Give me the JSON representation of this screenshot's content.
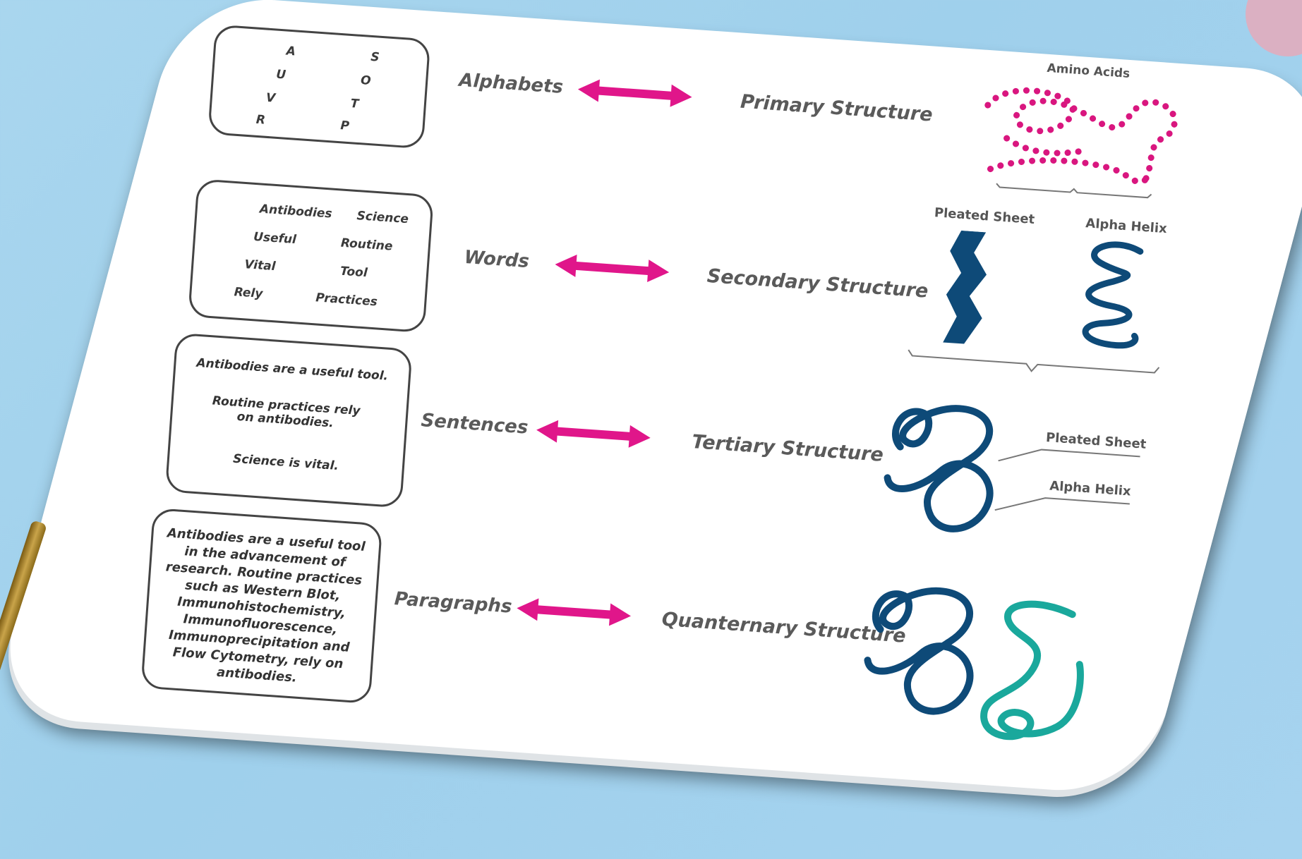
{
  "colors": {
    "background": "#a9d6ee",
    "arrow": "#e0168a",
    "navy": "#0e4a78",
    "teal": "#1aa89c",
    "amino": "#d9167f",
    "text": "#5a5a5a"
  },
  "rows": [
    {
      "left_label": "Alphabets",
      "right_label": "Primary Structure",
      "box_items": [
        "A",
        "S",
        "U",
        "O",
        "V",
        "T",
        "R",
        "P"
      ]
    },
    {
      "left_label": "Words",
      "right_label": "Secondary Structure",
      "box_items": [
        "Antibodies",
        "Science",
        "Useful",
        "Routine",
        "Vital",
        "Tool",
        "Rely",
        "Practices"
      ]
    },
    {
      "left_label": "Sentences",
      "right_label": "Tertiary Structure",
      "box_items": [
        "Antibodies are a useful tool.",
        "Routine practices rely on antibodies.",
        "Science is vital."
      ]
    },
    {
      "left_label": "Paragraphs",
      "right_label": "Quanternary Structure",
      "box_text": "Antibodies are a useful tool in the advancement of research. Routine practices such as Western Blot, Immunohistochemistry, Immunofluorescence, Immunoprecipitation and Flow Cytometry, rely on antibodies."
    }
  ],
  "illustrations": {
    "amino_label": "Amino Acids",
    "pleated_label": "Pleated Sheet",
    "helix_label": "Alpha Helix",
    "tertiary_pleated_label": "Pleated Sheet",
    "tertiary_helix_label": "Alpha Helix"
  },
  "icons": [
    "double-arrow-icon",
    "amino-chain-icon",
    "pleated-sheet-icon",
    "alpha-helix-icon",
    "tertiary-fold-icon",
    "quaternary-fold-icon"
  ]
}
